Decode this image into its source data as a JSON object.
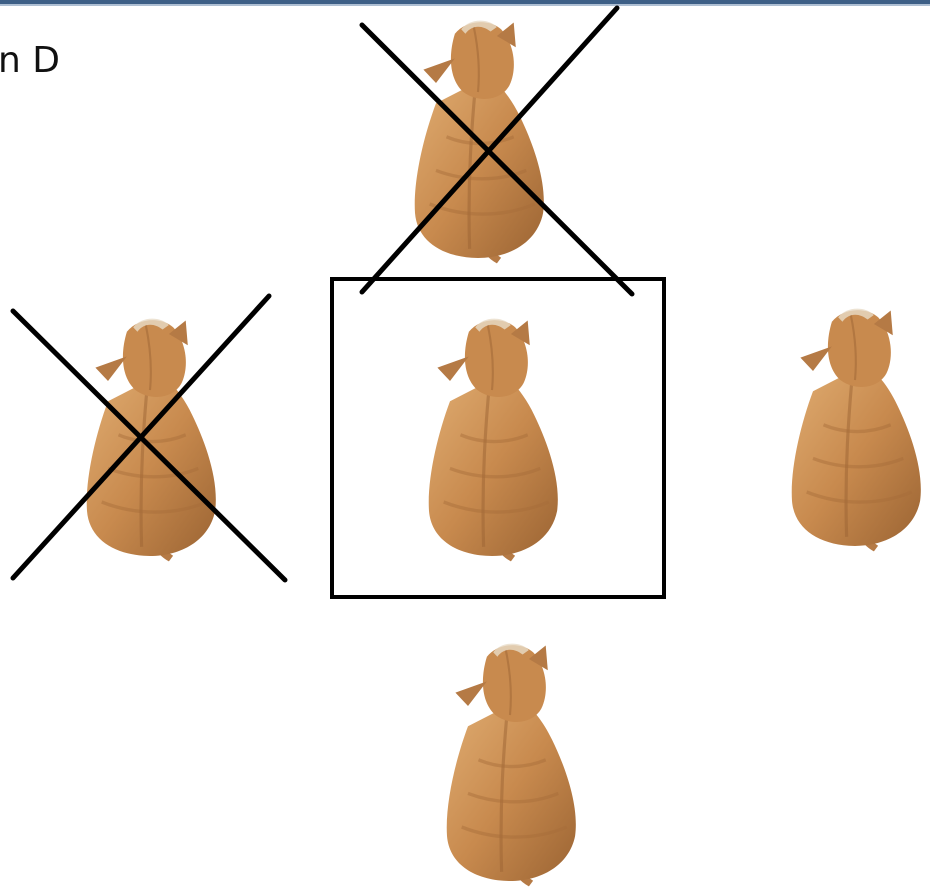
{
  "slide": {
    "partial_heading": "n D"
  },
  "scene": {
    "description_items": [
      "cat-top",
      "cat-left",
      "cat-center",
      "cat-right",
      "cat-bottom"
    ],
    "colors": {
      "cat_body": "#c88a4e",
      "cat_shadow": "#8f5a2c",
      "cat_highlight": "#e0ad72",
      "cat_ear": "#b57a45",
      "mark": "#000000",
      "accent_rule": "#3d5f86"
    },
    "crossed_out": [
      "cat-top",
      "cat-left"
    ],
    "selected": "cat-center"
  }
}
